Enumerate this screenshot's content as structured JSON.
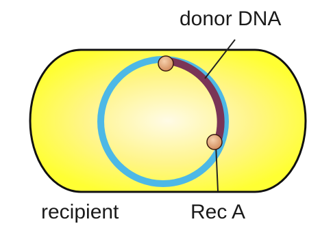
{
  "labels": {
    "donor_dna": "donor DNA",
    "recipient": "recipient",
    "rec_a": "Rec A"
  },
  "colors": {
    "cell_fill": "#ffff33",
    "cell_outline": "#111111",
    "recipient_chromosome": "#4db8e6",
    "donor_dna": "#7a3557",
    "rec_a_protein": "#e8a878",
    "pointer_line": "#222222"
  }
}
